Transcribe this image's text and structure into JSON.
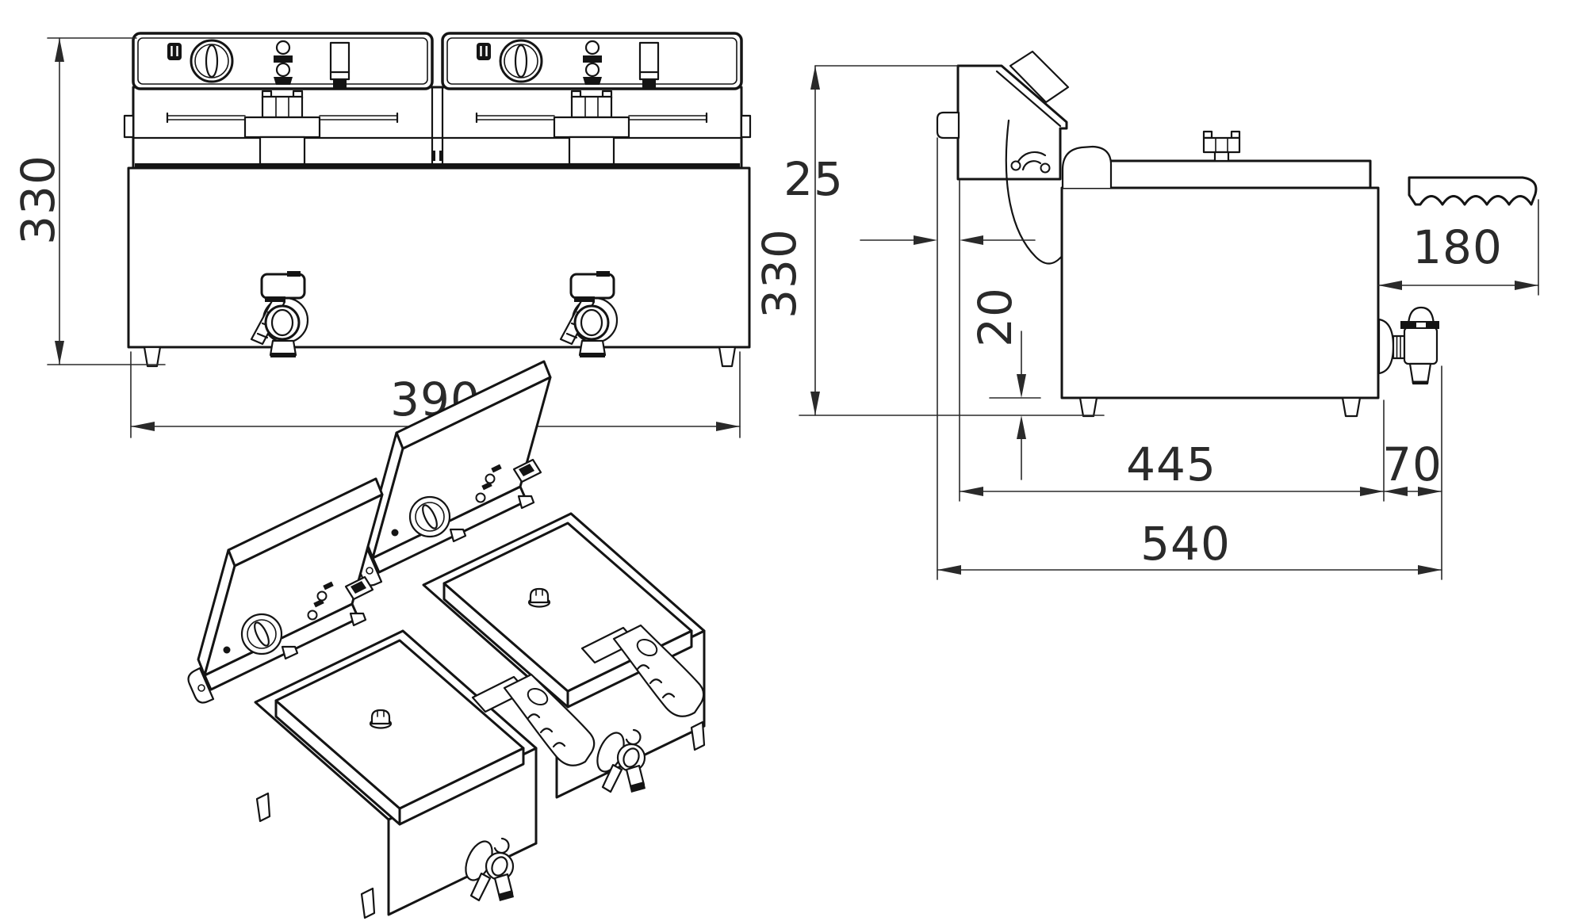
{
  "drawing": {
    "type": "technical-orthographic-drawing",
    "background": "#ffffff",
    "line_color": "#141414",
    "dimension_text_color": "#2a2a2a",
    "views": {
      "front": {
        "height_mm": "330",
        "width_mm": "390"
      },
      "side": {
        "height_mm": "330",
        "rear_bracket_offset_mm": "25",
        "foot_height_mm": "20",
        "handle_length_mm": "180",
        "body_depth_mm": "445",
        "tap_projection_mm": "70",
        "total_depth_mm": "540"
      },
      "isometric": {}
    }
  }
}
